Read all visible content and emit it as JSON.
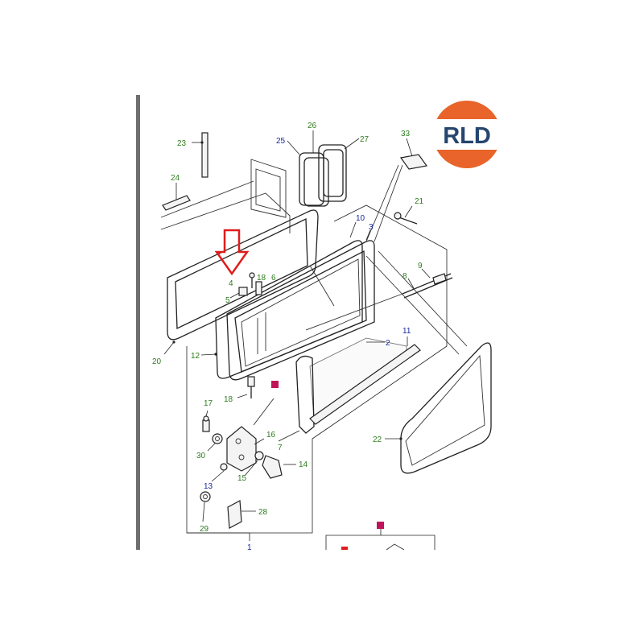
{
  "logo": {
    "text": "RLD",
    "ring_color": "#e8642a",
    "text_color": "#25466e"
  },
  "accent": {
    "arrow": "#e01b1b",
    "callout_box": "#c0145a",
    "frame_bar": "#6e6e6e"
  },
  "labels": {
    "p1": "1",
    "p2": "2",
    "p3": "3",
    "p4": "4",
    "p5": "5",
    "p6": "6",
    "p7": "7",
    "p8": "8",
    "p9": "9",
    "p10": "10",
    "p11": "11",
    "p12": "12",
    "p13": "13",
    "p14": "14",
    "p15": "15",
    "p16": "16",
    "p17": "17",
    "p18a": "18",
    "p18b": "18",
    "p20": "20",
    "p21": "21",
    "p22": "22",
    "p23": "23",
    "p24": "24",
    "p25": "25",
    "p26": "26",
    "p27": "27",
    "p28": "28",
    "p29": "29",
    "p30": "30",
    "p33": "33"
  }
}
